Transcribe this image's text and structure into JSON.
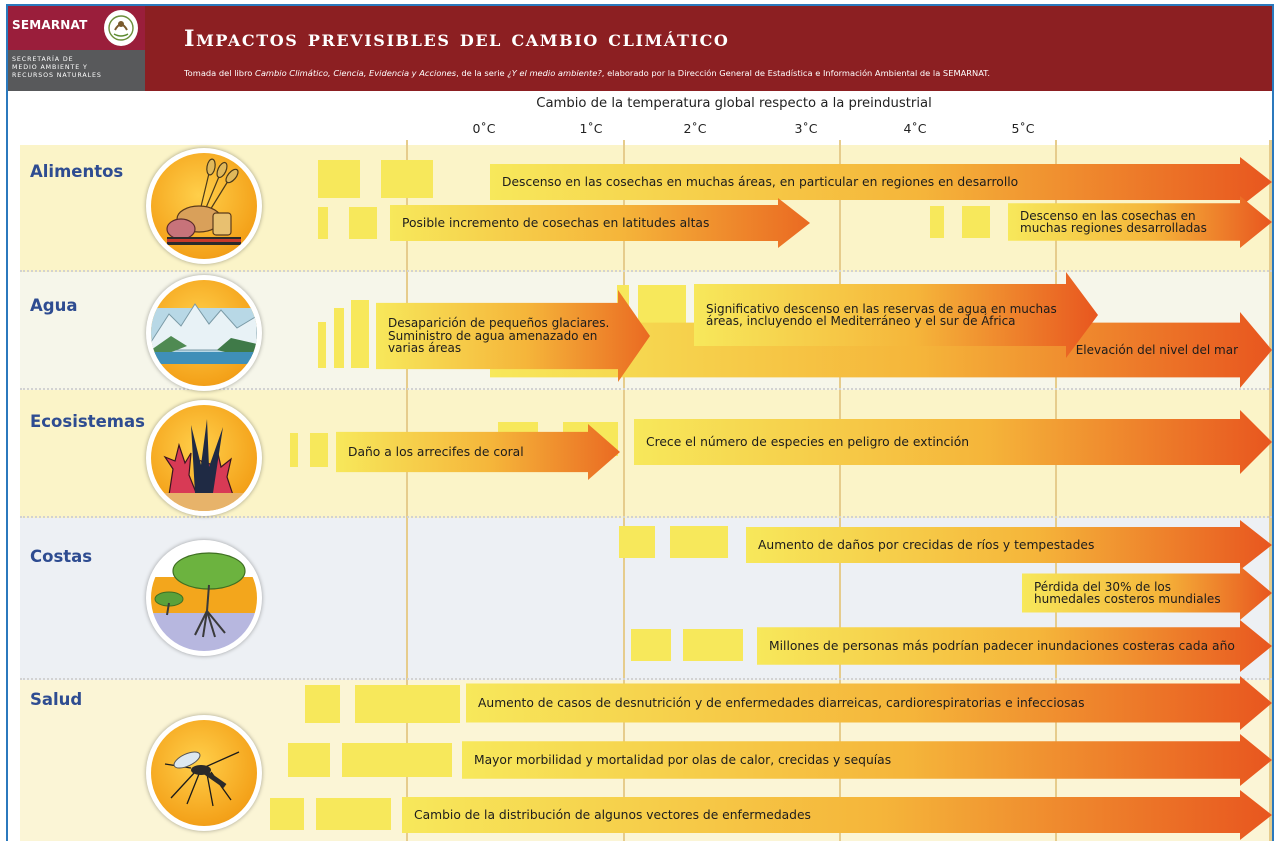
{
  "header": {
    "logo": {
      "brand": "SEMARNAT",
      "subtitle_lines": [
        "SECRETARÍA DE",
        "MEDIO AMBIENTE Y",
        "RECURSOS NATURALES"
      ]
    },
    "title": "Impactos previsibles del cambio climático",
    "subtitle": {
      "p1": "Tomada del libro ",
      "p2": "Cambio Climático, Ciencia, Evidencia y Acciones",
      "p3": ", de la serie ",
      "p4": "¿Y el medio ambiente?",
      "p5": ", elaborado por la Dirección General de Estadística e Información Ambiental de la SEMARNAT."
    }
  },
  "scale": {
    "title": "Cambio de la temperatura global respecto a la preindustrial",
    "ticks": [
      "0˚C",
      "1˚C",
      "2˚C",
      "3˚C",
      "4˚C",
      "5˚C"
    ]
  },
  "categories": [
    {
      "name": "Alimentos",
      "icon": "food-icon",
      "impacts": [
        "Descenso en las cosechas en muchas áreas, en particular en regiones en desarrollo",
        "Posible incremento de cosechas en latitudes altas",
        "Descenso en las cosechas en muchas regiones desarrolladas"
      ]
    },
    {
      "name": "Agua",
      "icon": "glacier-lake-icon",
      "impacts": [
        "Desaparición de pequeños glaciares. Suministro de agua amenazado en varias áreas",
        "Significativo descenso en las reservas de agua en muchas áreas, incluyendo el Mediterráneo y el sur de África",
        "Elevación del nivel del mar"
      ]
    },
    {
      "name": "Ecosistemas",
      "icon": "coral-icon",
      "impacts": [
        "Daño a los arrecifes de coral",
        "Crece el número de especies en peligro de extinción"
      ]
    },
    {
      "name": "Costas",
      "icon": "mangrove-icon",
      "impacts": [
        "Aumento de daños por crecidas de ríos y tempestades",
        "Pérdida del 30% de los humedales costeros mundiales",
        "Millones de personas más podrían padecer inundaciones costeras cada año"
      ]
    },
    {
      "name": "Salud",
      "icon": "mosquito-icon",
      "impacts": [
        "Aumento de casos de desnutrición y de enfermedades diarreicas, cardiorespiratorias e infecciosas",
        "Mayor morbilidad y mortalidad por olas de calor, crecidas y sequías",
        "Cambio de la distribución de algunos vectores de enfermedades"
      ]
    }
  ],
  "colors": {
    "header_bg": "#8c1f22",
    "logo_bg": "#9a1e3b",
    "category_label": "#2e4c91",
    "arrow_start": "#f7e85b",
    "arrow_end": "#e8561f",
    "band_yellow": "#fbf4c8",
    "band_grey": "#edf0f4"
  }
}
